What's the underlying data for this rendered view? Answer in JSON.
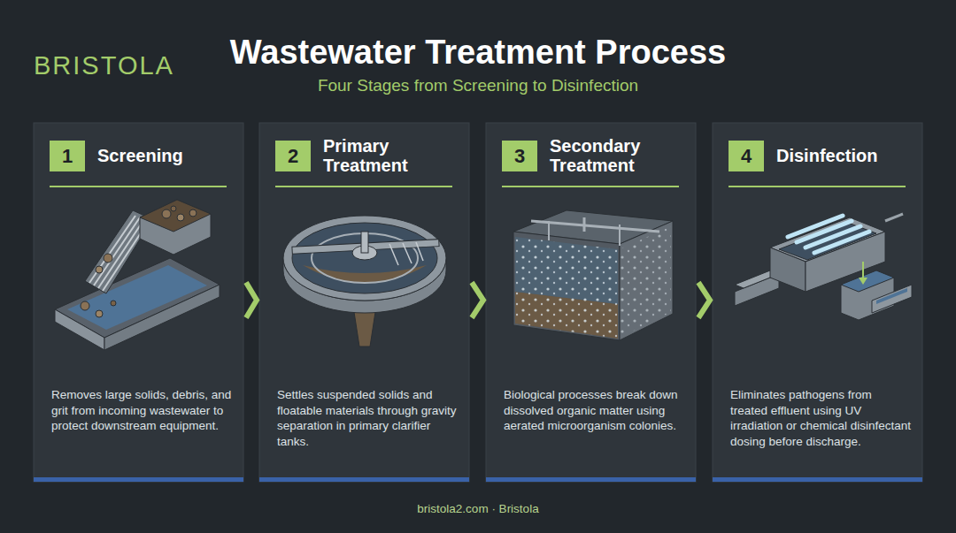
{
  "diagram": {
    "title": "Wastewater Treatment Process",
    "caption": "bristola2.com · Bristola",
    "nodes": [
      {
        "text": [
          "1",
          "Screening",
          "Removes large solids, debris, and grit from incoming wastewater to protect downstream equipment."
        ]
      },
      {
        "text": [
          "2",
          "Primary Treatment",
          "Settles suspended solids and floatable materials through gravity separation in primary clarifier tanks."
        ]
      },
      {
        "text": [
          "3",
          "Secondary Treatment",
          "Biological processes break down dissolved organic matter using aerated microorganism colonies."
        ]
      },
      {
        "text": [
          "4",
          "Disinfection",
          "Eliminates pathogens from treated effluent using UV irradiation or chemical disinfectant dosing before discharge."
        ]
      }
    ],
    "edges": [
      {
        "from": 0,
        "to": 1,
        "arrow": "to"
      },
      {
        "from": 1,
        "to": 2,
        "arrow": "to"
      },
      {
        "from": 2,
        "to": 3,
        "arrow": "to"
      }
    ],
    "labels": [
      "BRISTOLA",
      "Four Stages from Screening to Disinfection"
    ]
  }
}
